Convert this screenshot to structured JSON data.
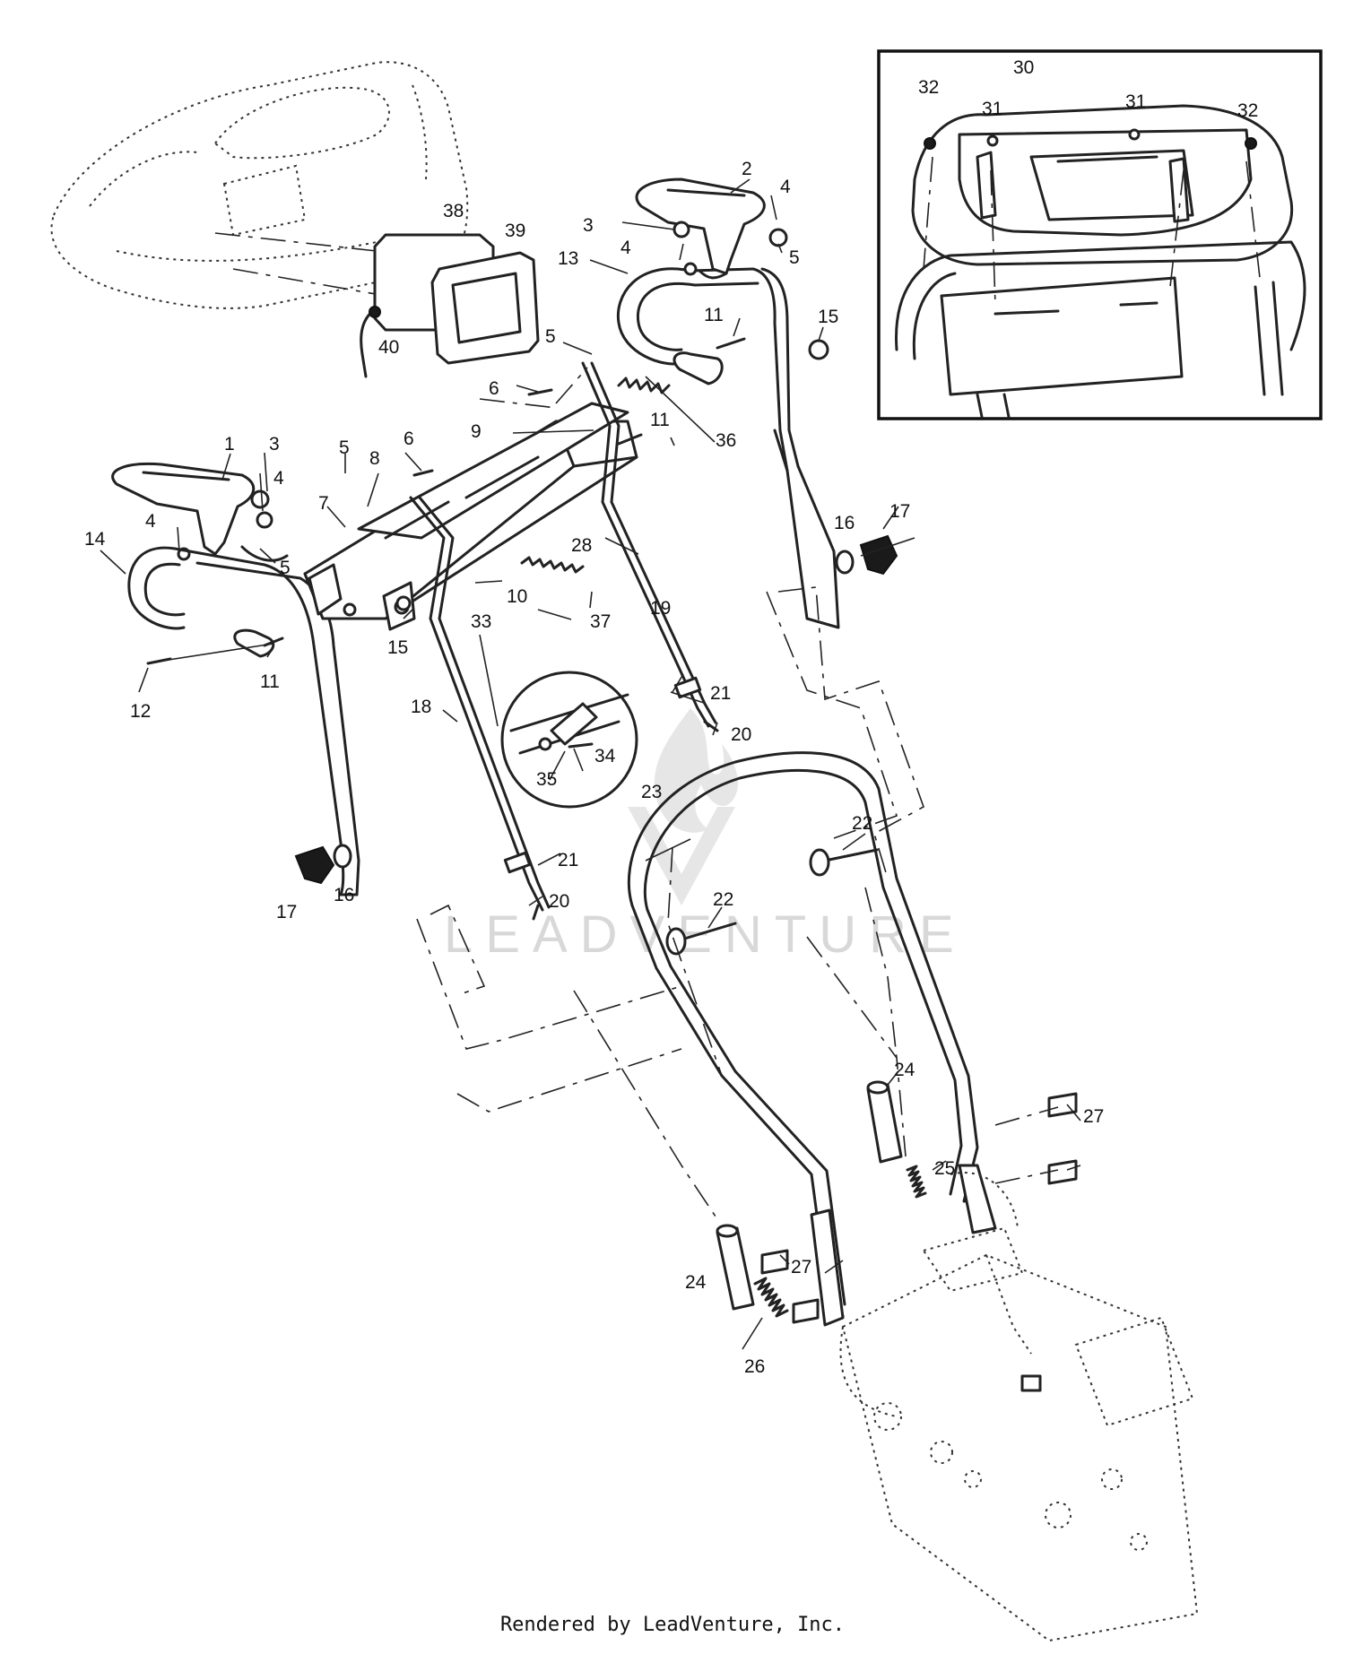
{
  "callouts": [
    {
      "id": "1",
      "text": "1"
    },
    {
      "id": "2",
      "text": "2"
    },
    {
      "id": "3a",
      "text": "3"
    },
    {
      "id": "3b",
      "text": "3"
    },
    {
      "id": "4a",
      "text": "4"
    },
    {
      "id": "4b",
      "text": "4"
    },
    {
      "id": "4c",
      "text": "4"
    },
    {
      "id": "4d",
      "text": "4"
    },
    {
      "id": "5a",
      "text": "5"
    },
    {
      "id": "5b",
      "text": "5"
    },
    {
      "id": "5c",
      "text": "5"
    },
    {
      "id": "5d",
      "text": "5"
    },
    {
      "id": "6a",
      "text": "6"
    },
    {
      "id": "6b",
      "text": "6"
    },
    {
      "id": "7",
      "text": "7"
    },
    {
      "id": "8",
      "text": "8"
    },
    {
      "id": "9",
      "text": "9"
    },
    {
      "id": "10",
      "text": "10"
    },
    {
      "id": "11a",
      "text": "11"
    },
    {
      "id": "11b",
      "text": "11"
    },
    {
      "id": "11c",
      "text": "11"
    },
    {
      "id": "12",
      "text": "12"
    },
    {
      "id": "13",
      "text": "13"
    },
    {
      "id": "14",
      "text": "14"
    },
    {
      "id": "15a",
      "text": "15"
    },
    {
      "id": "15b",
      "text": "15"
    },
    {
      "id": "16a",
      "text": "16"
    },
    {
      "id": "16b",
      "text": "16"
    },
    {
      "id": "17a",
      "text": "17"
    },
    {
      "id": "17b",
      "text": "17"
    },
    {
      "id": "18",
      "text": "18"
    },
    {
      "id": "19",
      "text": "19"
    },
    {
      "id": "20a",
      "text": "20"
    },
    {
      "id": "20b",
      "text": "20"
    },
    {
      "id": "21a",
      "text": "21"
    },
    {
      "id": "21b",
      "text": "21"
    },
    {
      "id": "22a",
      "text": "22"
    },
    {
      "id": "22b",
      "text": "22"
    },
    {
      "id": "23",
      "text": "23"
    },
    {
      "id": "24a",
      "text": "24"
    },
    {
      "id": "24b",
      "text": "24"
    },
    {
      "id": "25",
      "text": "25"
    },
    {
      "id": "26",
      "text": "26"
    },
    {
      "id": "27a",
      "text": "27"
    },
    {
      "id": "27b",
      "text": "27"
    },
    {
      "id": "28",
      "text": "28"
    },
    {
      "id": "30",
      "text": "30"
    },
    {
      "id": "31a",
      "text": "31"
    },
    {
      "id": "31b",
      "text": "31"
    },
    {
      "id": "32a",
      "text": "32"
    },
    {
      "id": "32b",
      "text": "32"
    },
    {
      "id": "33",
      "text": "33"
    },
    {
      "id": "34",
      "text": "34"
    },
    {
      "id": "35",
      "text": "35"
    },
    {
      "id": "36",
      "text": "36"
    },
    {
      "id": "37",
      "text": "37"
    },
    {
      "id": "38",
      "text": "38"
    },
    {
      "id": "39",
      "text": "39"
    },
    {
      "id": "40",
      "text": "40"
    }
  ],
  "watermark": "LEADVENTURE",
  "footer": "Rendered by LeadVenture, Inc."
}
